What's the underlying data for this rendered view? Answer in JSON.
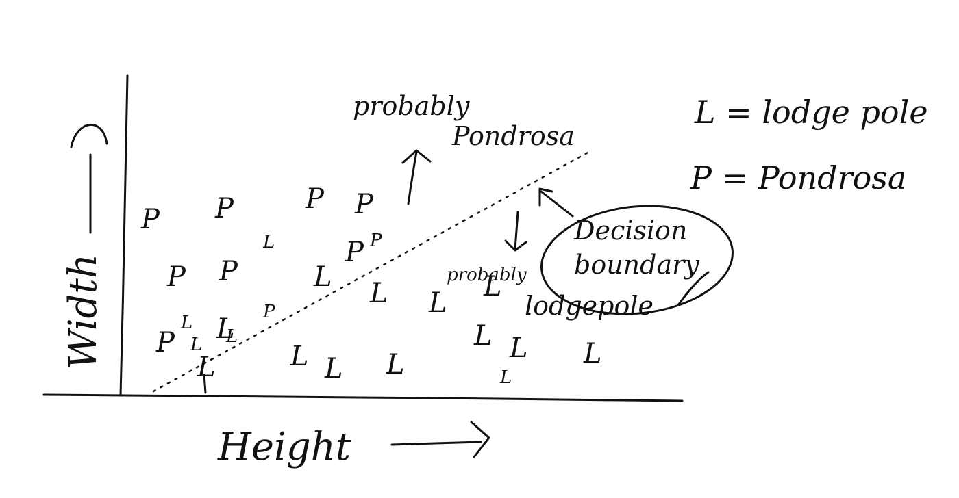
{
  "axes": {
    "x_label": "Height",
    "y_label": "Width"
  },
  "legend": [
    {
      "text": "L = lodge pole"
    },
    {
      "text": "P = Pondrosa"
    }
  ],
  "annotations": {
    "upper_region_line1": "probably",
    "upper_region_line2": "Pondrosa",
    "lower_region_line1": "probably",
    "lower_region_line2": "lodgepole",
    "callout_line1": "Decision",
    "callout_line2": "boundary"
  },
  "points": [
    {
      "label": "P",
      "size": "large"
    },
    {
      "label": "P",
      "size": "large"
    },
    {
      "label": "P",
      "size": "large"
    },
    {
      "label": "P",
      "size": "large"
    },
    {
      "label": "P",
      "size": "large"
    },
    {
      "label": "P",
      "size": "large"
    },
    {
      "label": "L",
      "size": "small"
    },
    {
      "label": "P",
      "size": "large"
    },
    {
      "label": "P",
      "size": "small"
    },
    {
      "label": "P",
      "size": "large"
    },
    {
      "label": "L",
      "size": "small"
    },
    {
      "label": "L",
      "size": "small"
    },
    {
      "label": "P",
      "size": "small"
    },
    {
      "label": "L",
      "size": "large"
    },
    {
      "label": "L",
      "size": "large"
    },
    {
      "label": "L",
      "size": "large"
    },
    {
      "label": "L",
      "size": "large"
    },
    {
      "label": "L",
      "size": "large"
    },
    {
      "label": "L",
      "size": "large"
    },
    {
      "label": "L",
      "size": "large"
    },
    {
      "label": "L",
      "size": "large"
    },
    {
      "label": "L",
      "size": "large"
    },
    {
      "label": "L",
      "size": "large"
    },
    {
      "label": "L",
      "size": "small"
    },
    {
      "label": "L",
      "size": "large"
    },
    {
      "label": "L",
      "size": "large"
    },
    {
      "label": "L",
      "size": "small"
    }
  ]
}
